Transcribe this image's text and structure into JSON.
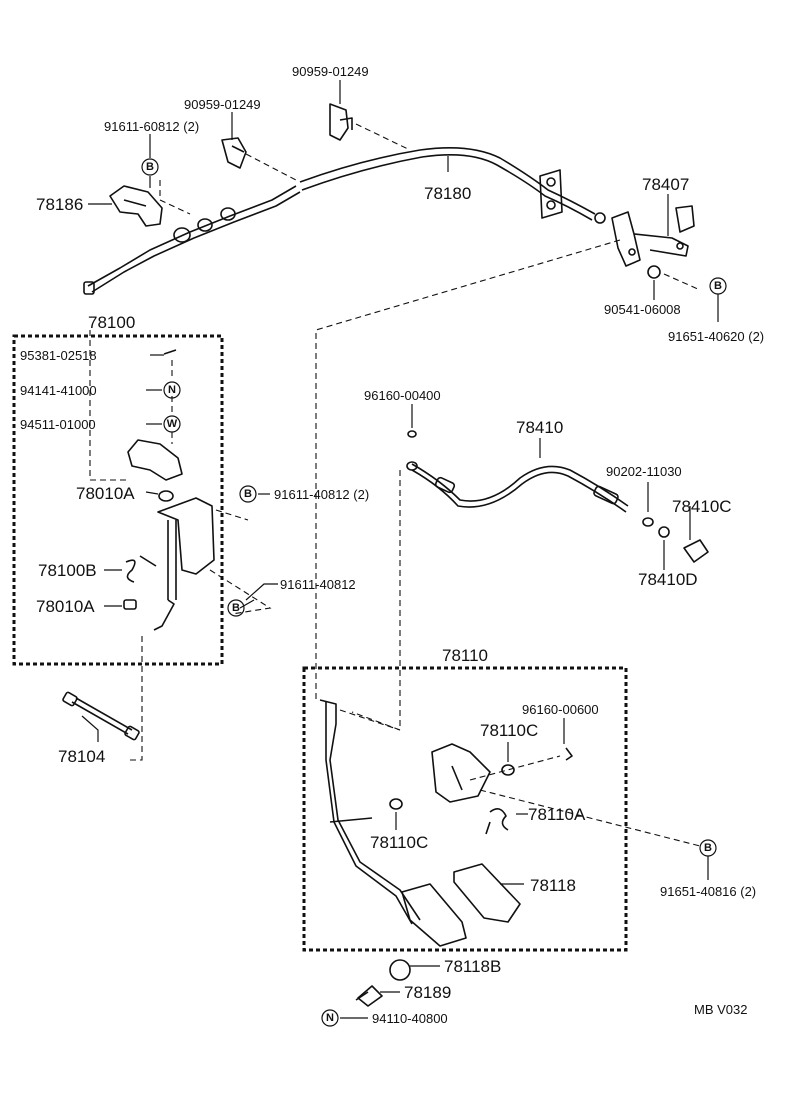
{
  "labels": {
    "p90959_top": "90959-01249",
    "p90959_mid": "90959-01249",
    "p91611_60812": "91611-60812 (2)",
    "p78186": "78186",
    "p78180": "78180",
    "p78407": "78407",
    "p90541": "90541-06008",
    "p91651_40620": "91651-40620 (2)",
    "p78100": "78100",
    "p95381": "95381-02518",
    "p94141": "94141-41000",
    "p94511": "94511-01000",
    "p78010A_1": "78010A",
    "p91611_40812_2": "91611-40812 (2)",
    "p78100B": "78100B",
    "p91611_40812": "91611-40812",
    "p78010A_2": "78010A",
    "p78104": "78104",
    "p96160_00400": "96160-00400",
    "p78410": "78410",
    "p90202": "90202-11030",
    "p78410C": "78410C",
    "p78410D": "78410D",
    "p78110": "78110",
    "p96160_00600": "96160-00600",
    "p78110C_1": "78110C",
    "p78110A": "78110A",
    "p78110C_2": "78110C",
    "p78118": "78118",
    "p91651_40816": "91651-40816 (2)",
    "p78118B": "78118B",
    "p78189": "78189",
    "p94110": "94110-40800",
    "code": "MB V032"
  },
  "symbols": {
    "bolt": "B",
    "nut": "N",
    "washer": "W"
  }
}
